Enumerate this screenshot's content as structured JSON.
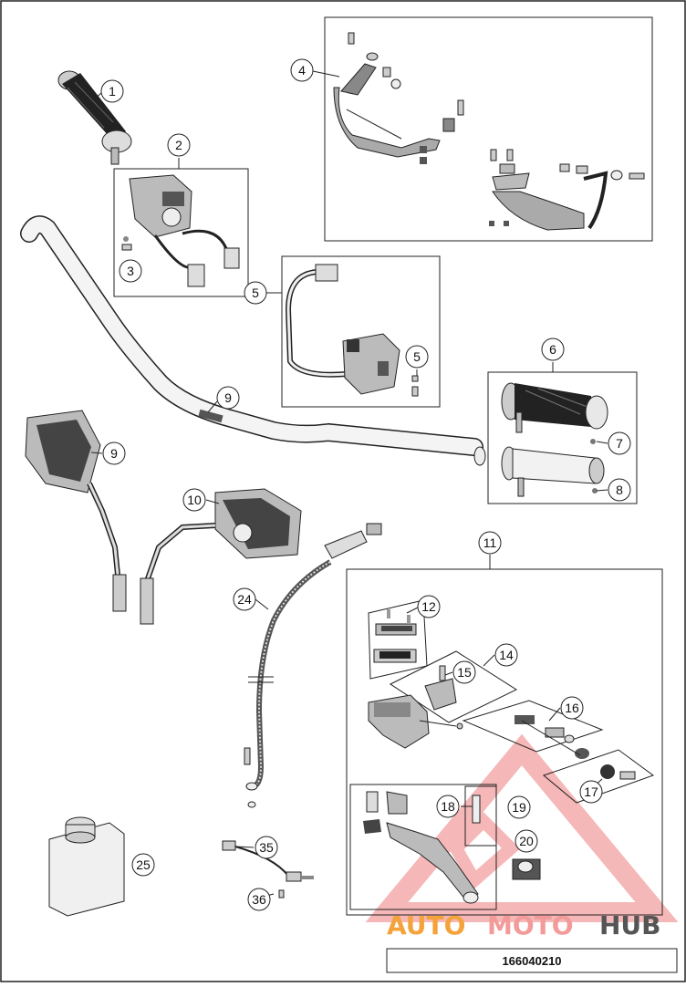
{
  "callouts": [
    "1",
    "2",
    "3",
    "4",
    "5",
    "5",
    "6",
    "7",
    "8",
    "9",
    "9",
    "10",
    "11",
    "12",
    "14",
    "15",
    "16",
    "17",
    "18",
    "19",
    "20",
    "24",
    "25",
    "35",
    "36"
  ],
  "diagram_code": "166040210",
  "watermark": {
    "part1": "AUTO",
    "part2": "MOTO",
    "part3": "HUB",
    "colors": {
      "auto": "#f5a23a",
      "moto": "#f39a9a",
      "hub": "#555555",
      "triangle": "#f2a0a0"
    }
  }
}
